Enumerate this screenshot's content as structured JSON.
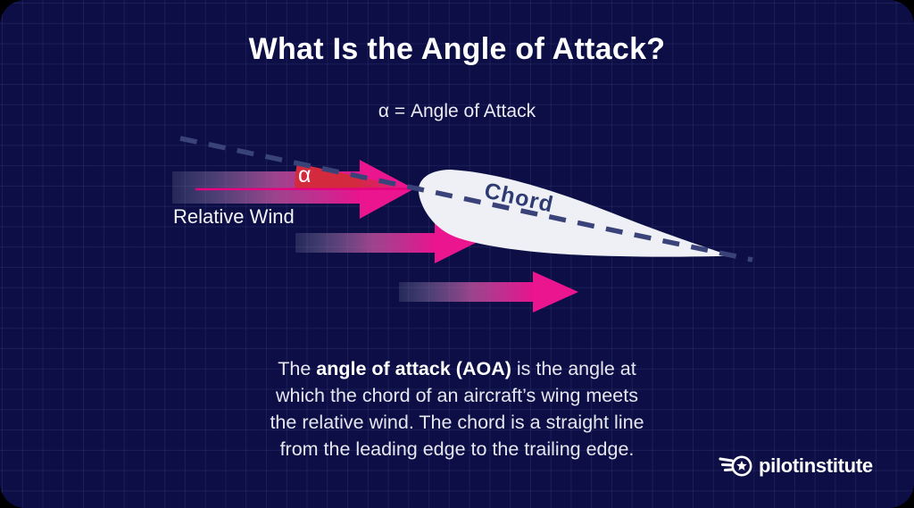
{
  "title": "What Is the Angle of Attack?",
  "subtitle": "α = Angle of Attack",
  "diagram": {
    "alpha_symbol": "α",
    "relative_wind_label": "Relative Wind",
    "chord_label": "Chord",
    "elements": {
      "chord_extension_line": "dashed chord line through airfoil",
      "wind_arrows_count": 3,
      "angle_wedge": "red angle-of-attack wedge between chord line and relative wind"
    }
  },
  "description": {
    "line1_pre": "The ",
    "line1_bold": "angle of attack (AOA)",
    "line1_post": " is the angle at",
    "line2": "which the chord of an aircraft’s wing meets",
    "line3": "the relative wind. The chord is a straight line",
    "line4": "from the leading edge to the trailing edge."
  },
  "logo": {
    "text": "pilotinstitute",
    "icon": "winged-star-badge-icon"
  },
  "colors": {
    "background": "#0c0e45",
    "grid_line": "rgba(130,140,205,0.13)",
    "arrow_pink": "#ec1590",
    "centerline_magenta": "#e50080",
    "wedge_red": "#d32a3e",
    "dash_navy": "#3a4379",
    "airfoil_white": "#eff0f5",
    "chord_text_navy": "#2e3a72",
    "text_light": "#e6e7f0"
  }
}
